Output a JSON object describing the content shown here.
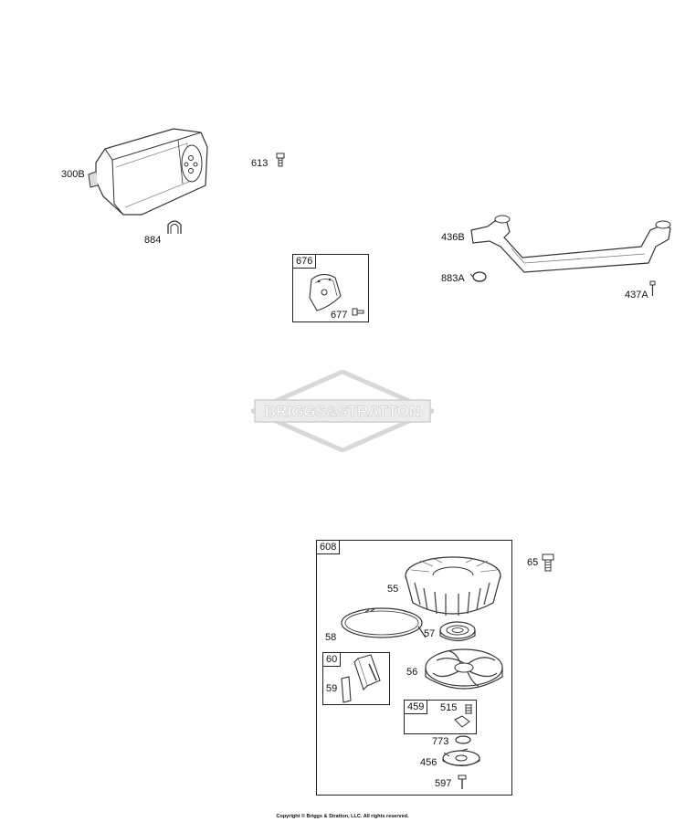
{
  "parts": [
    {
      "id": "p300b",
      "label": "300B",
      "name": "muffler"
    },
    {
      "id": "p884",
      "label": "884",
      "name": "clamp"
    },
    {
      "id": "p613",
      "label": "613",
      "name": "screw"
    },
    {
      "id": "p676",
      "label": "676",
      "name": "muffler-guard-kit"
    },
    {
      "id": "p677",
      "label": "677",
      "name": "screw"
    },
    {
      "id": "p436b",
      "label": "436B",
      "name": "exhaust-pipe"
    },
    {
      "id": "p883a",
      "label": "883A",
      "name": "clamp"
    },
    {
      "id": "p437a",
      "label": "437A",
      "name": "screw"
    },
    {
      "id": "p608",
      "label": "608",
      "name": "rewind-starter-kit"
    },
    {
      "id": "p65",
      "label": "65",
      "name": "screw"
    },
    {
      "id": "p55",
      "label": "55",
      "name": "starter-housing"
    },
    {
      "id": "p58",
      "label": "58",
      "name": "starter-rope"
    },
    {
      "id": "p57",
      "label": "57",
      "name": "rewind-spring"
    },
    {
      "id": "p60",
      "label": "60",
      "name": "handle-kit"
    },
    {
      "id": "p59",
      "label": "59",
      "name": "starter-handle"
    },
    {
      "id": "p56",
      "label": "56",
      "name": "pulley"
    },
    {
      "id": "p459",
      "label": "459",
      "name": "dog-kit"
    },
    {
      "id": "p515",
      "label": "515",
      "name": "spring"
    },
    {
      "id": "p773",
      "label": "773",
      "name": "retainer"
    },
    {
      "id": "p456",
      "label": "456",
      "name": "cover"
    },
    {
      "id": "p597",
      "label": "597",
      "name": "screw"
    }
  ],
  "watermark": {
    "text": "BRIGGS&STRATTON"
  },
  "footer": "Copyright © Briggs & Stratton, LLC. All rights reserved."
}
